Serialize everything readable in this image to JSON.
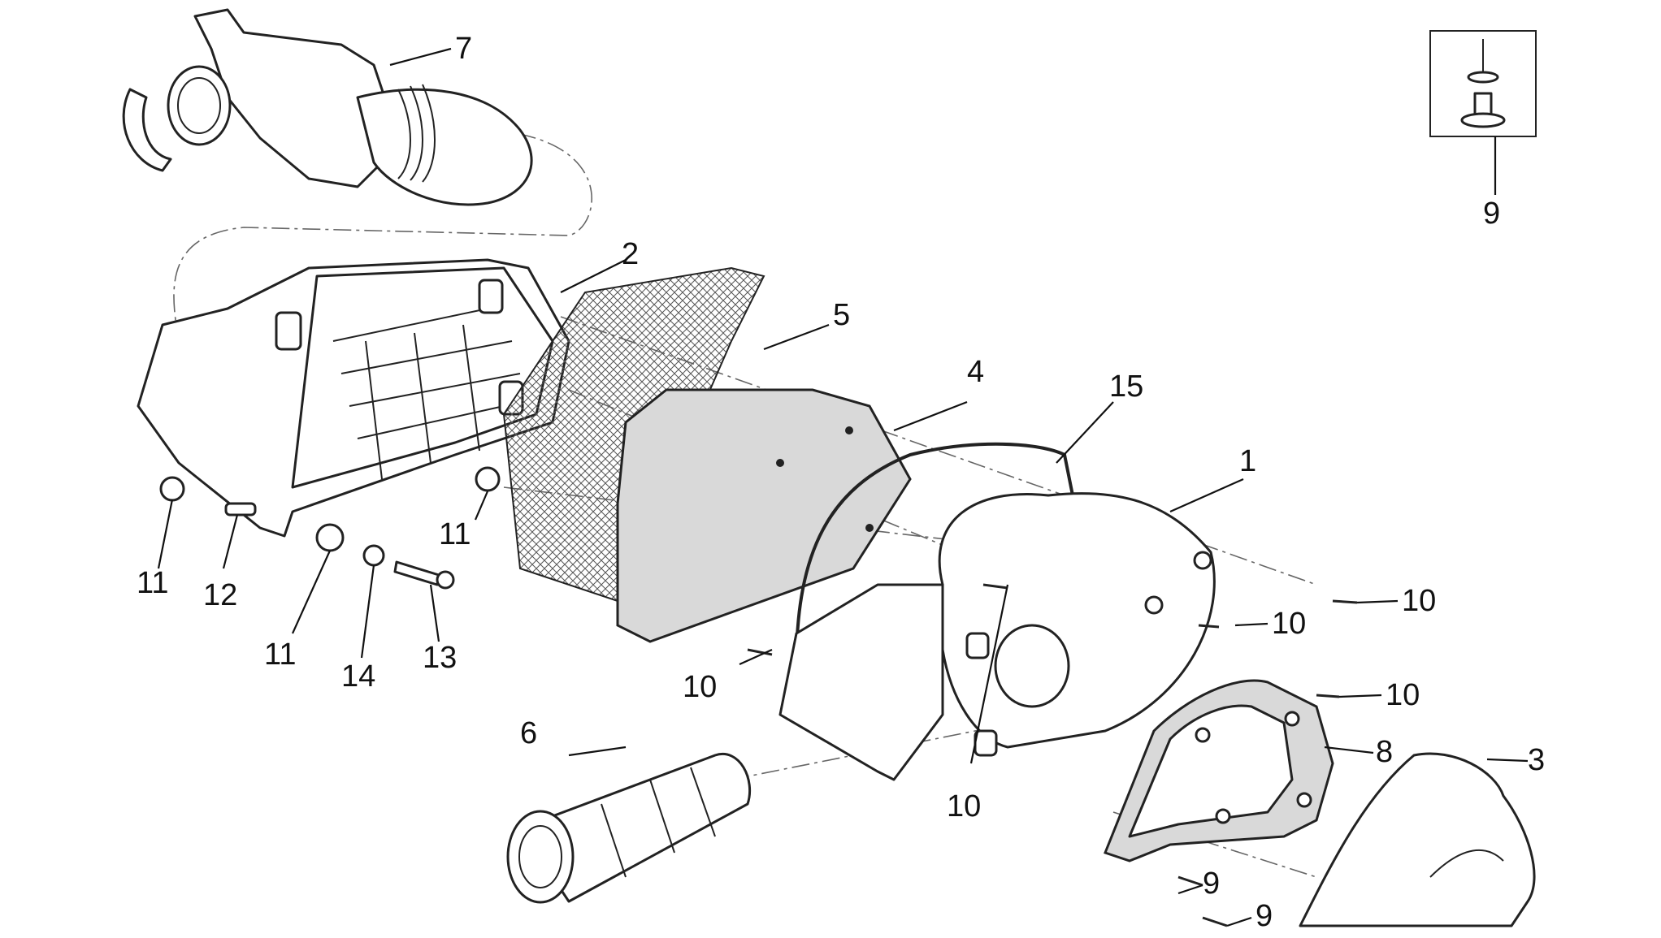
{
  "diagram": {
    "callouts": [
      {
        "id": "c7",
        "label": "7"
      },
      {
        "id": "c9a",
        "label": "9"
      },
      {
        "id": "c2",
        "label": "2"
      },
      {
        "id": "c5",
        "label": "5"
      },
      {
        "id": "c4",
        "label": "4"
      },
      {
        "id": "c15",
        "label": "15"
      },
      {
        "id": "c1",
        "label": "1"
      },
      {
        "id": "c11a",
        "label": "11"
      },
      {
        "id": "c11b",
        "label": "11"
      },
      {
        "id": "c12",
        "label": "12"
      },
      {
        "id": "c11c",
        "label": "11"
      },
      {
        "id": "c14",
        "label": "14"
      },
      {
        "id": "c13",
        "label": "13"
      },
      {
        "id": "c10a",
        "label": "10"
      },
      {
        "id": "c10b",
        "label": "10"
      },
      {
        "id": "c10c",
        "label": "10"
      },
      {
        "id": "c10d",
        "label": "10"
      },
      {
        "id": "c10e",
        "label": "10"
      },
      {
        "id": "c6",
        "label": "6"
      },
      {
        "id": "c8",
        "label": "8"
      },
      {
        "id": "c3",
        "label": "3"
      },
      {
        "id": "c9b",
        "label": "9"
      },
      {
        "id": "c9c",
        "label": "9"
      }
    ]
  }
}
